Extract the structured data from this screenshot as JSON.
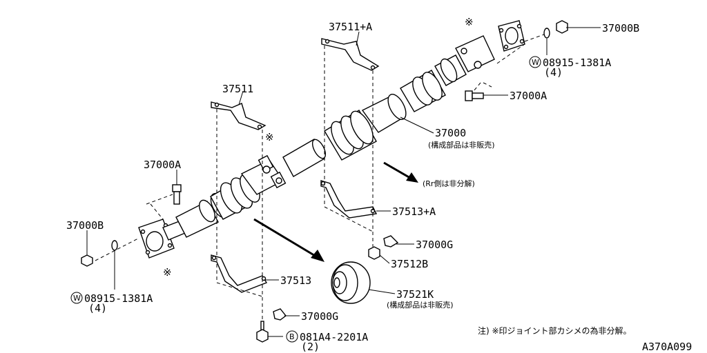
{
  "labels": {
    "p37511a": "37511+A",
    "p37000b_top": "37000B",
    "p08915_top": "08915-1381A",
    "p08915_top_qty": "(4)",
    "p37511": "37511",
    "p37000a_right": "37000A",
    "p37000": "37000",
    "p37000_note": "(構成部品は非販売)",
    "rr_note": "(Rr側は非分解)",
    "p37000a_left": "37000A",
    "p37513a": "37513+A",
    "p37000b_left": "37000B",
    "p37000g_right": "37000G",
    "p37512b": "37512B",
    "p08915_left": "08915-1381A",
    "p08915_left_qty": "(4)",
    "p37513": "37513",
    "p37521k": "37521K",
    "p37521k_note": "(構成部品は非販売)",
    "p37000g_bottom": "37000G",
    "p081a4": "081A4-2201A",
    "p081a4_qty": "(2)",
    "footnote": "注) ※印ジョイント部カシメの為非分解。",
    "diagram_code": "A370A099"
  },
  "symbols": {
    "washer_mark": "W",
    "bolt_mark": "B",
    "joint_mark": "※"
  }
}
